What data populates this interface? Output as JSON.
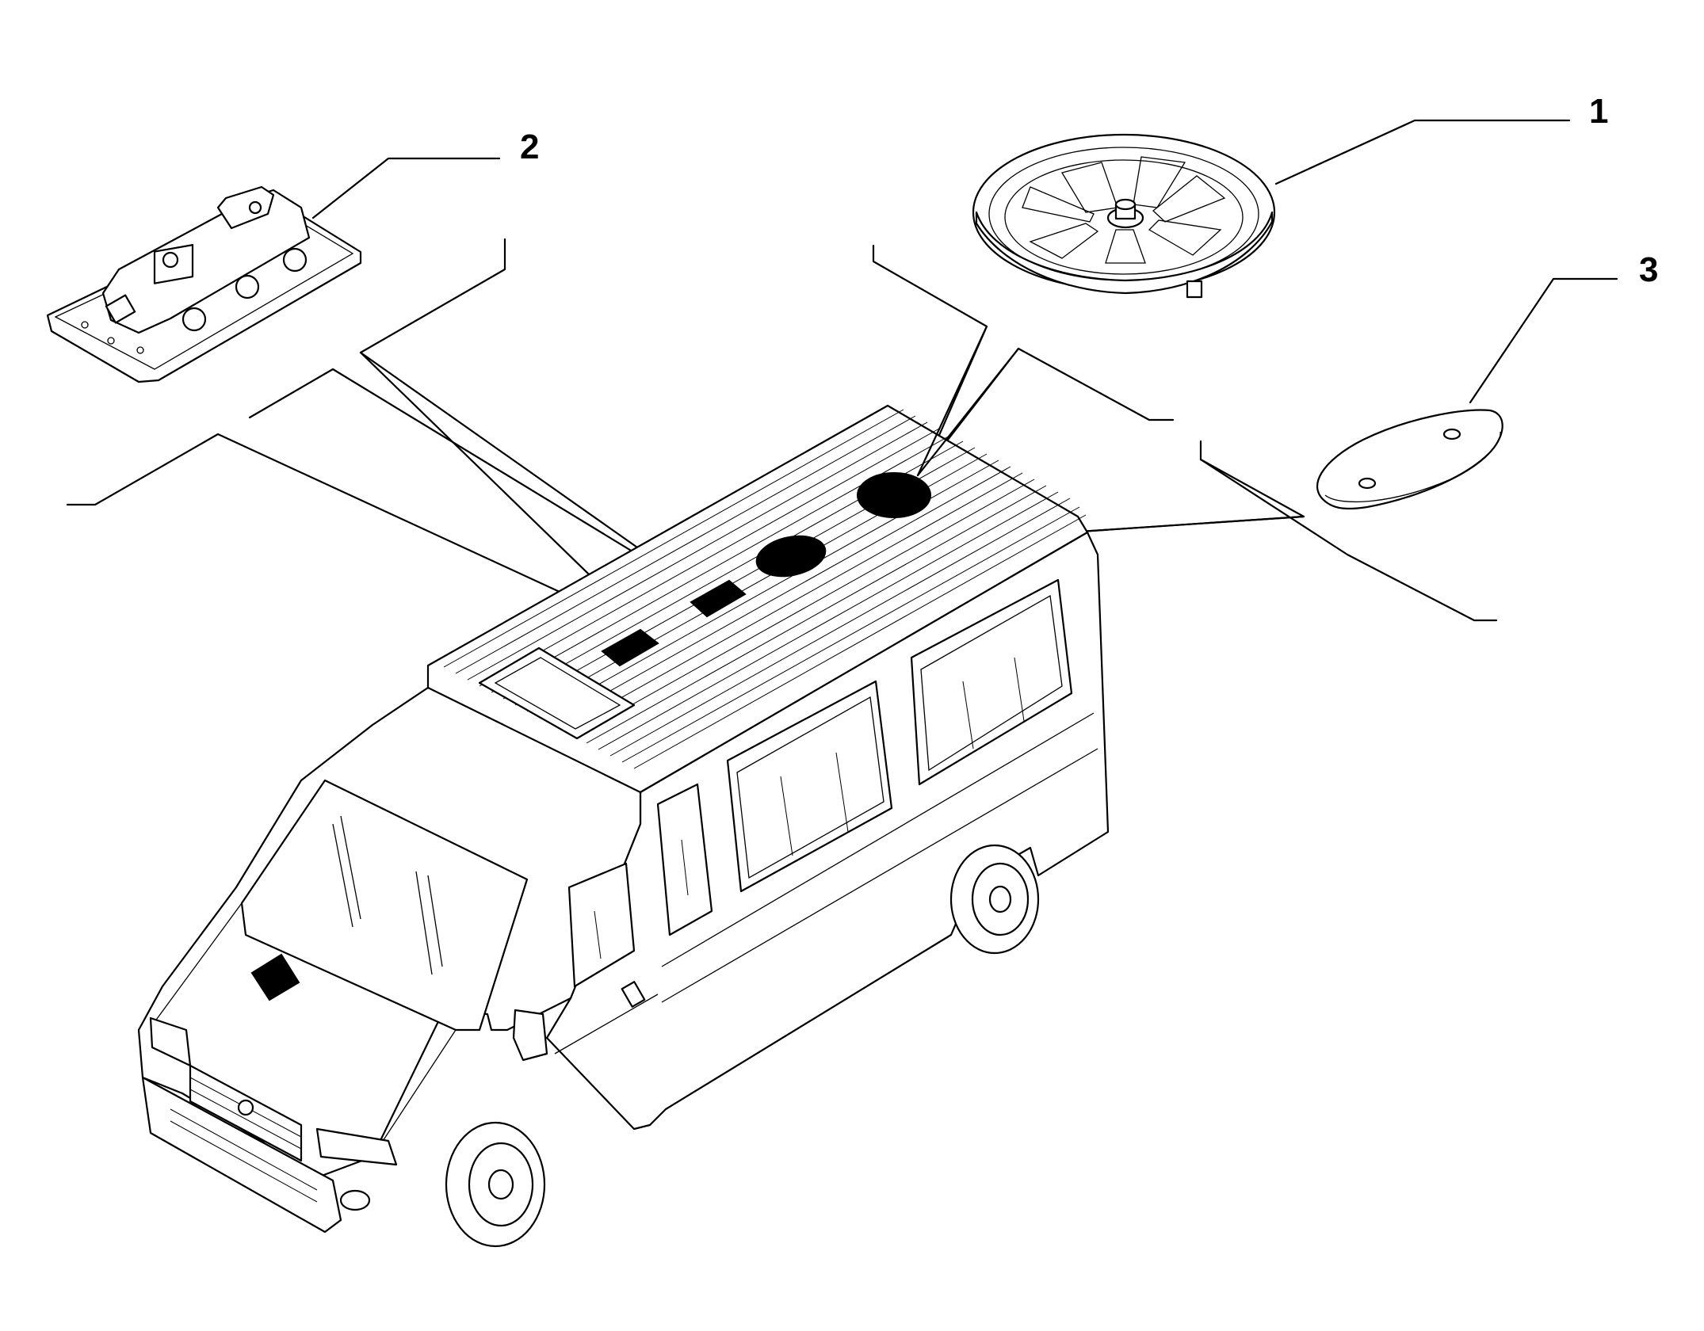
{
  "callouts": [
    {
      "number": "1",
      "part": "roof-vent-fan"
    },
    {
      "number": "2",
      "part": "interior-dome-light"
    },
    {
      "number": "3",
      "part": "oval-cover-plate"
    }
  ],
  "colors": {
    "ink": "#000000",
    "background": "#ffffff"
  }
}
